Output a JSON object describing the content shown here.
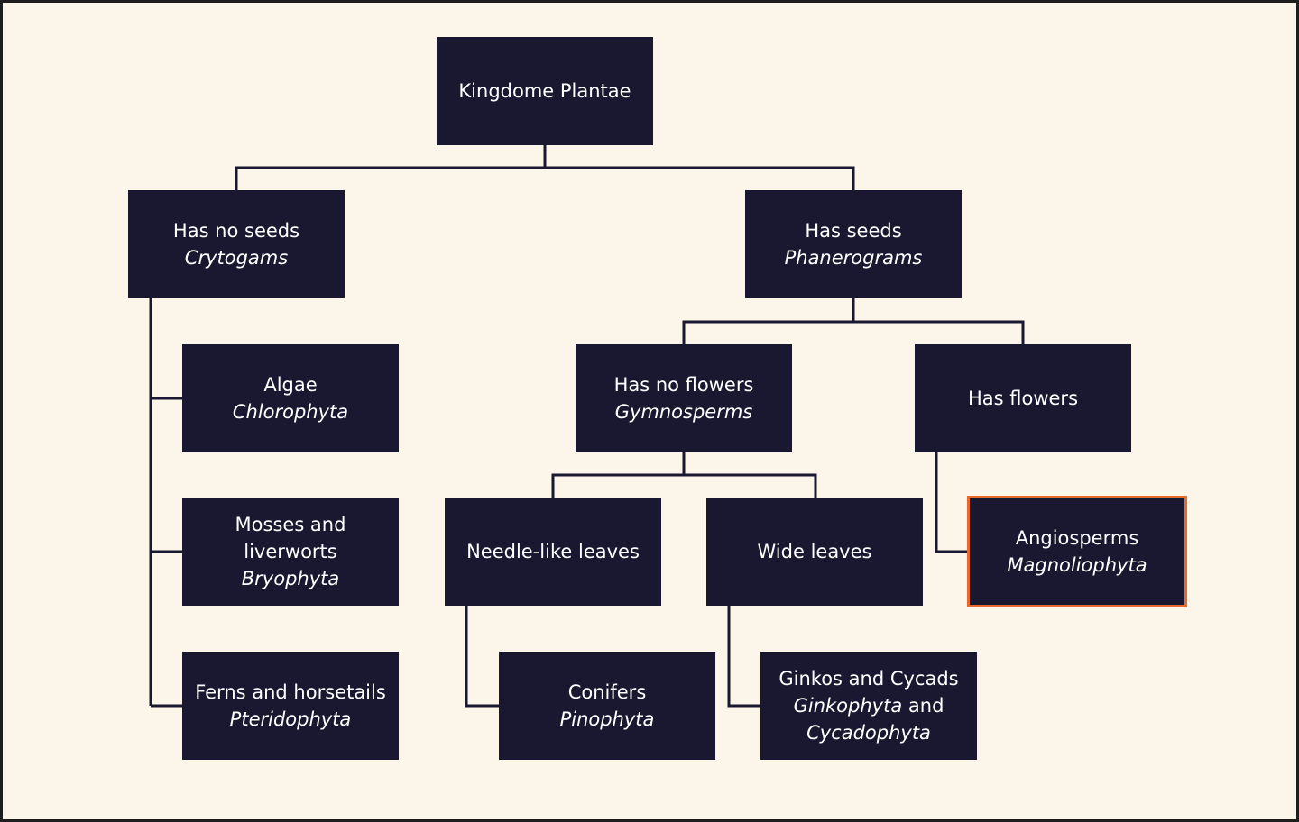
{
  "colors": {
    "node_fill": "#1a1831",
    "node_text": "#ffffff",
    "background": "#fcf5ea",
    "connector": "#1a1831",
    "highlight_border": "#e8692a"
  },
  "nodes": {
    "root": {
      "title": "Kingdome Plantae"
    },
    "no_seeds": {
      "title": "Has no seeds",
      "subtitle": "Crytogams"
    },
    "seeds": {
      "title": "Has seeds",
      "subtitle": "Phanerograms"
    },
    "algae": {
      "title": "Algae",
      "subtitle": "Chlorophyta"
    },
    "mosses": {
      "title_line1": "Mosses and",
      "title_line2": "liverworts",
      "subtitle": "Bryophyta"
    },
    "ferns": {
      "title": "Ferns and horsetails",
      "subtitle": "Pteridophyta"
    },
    "no_flowers": {
      "title": "Has no flowers",
      "subtitle": "Gymnosperms"
    },
    "flowers": {
      "title": "Has flowers"
    },
    "needle": {
      "title": "Needle-like leaves"
    },
    "wide": {
      "title": "Wide leaves"
    },
    "angiosperms": {
      "title": "Angiosperms",
      "subtitle": "Magnoliophyta"
    },
    "conifers": {
      "title": "Conifers",
      "subtitle": "Pinophyta"
    },
    "ginkos": {
      "title": "Ginkos and Cycads",
      "subtitle_a": "Ginkophyta",
      "joiner": "and",
      "subtitle_b": "Cycadophyta"
    }
  }
}
